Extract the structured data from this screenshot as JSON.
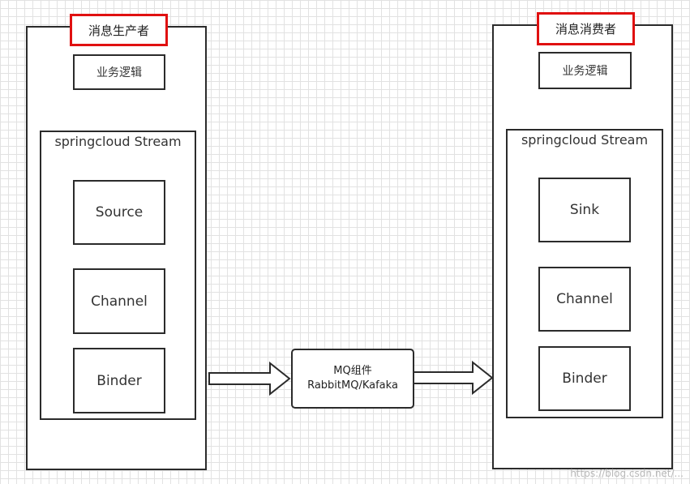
{
  "producer": {
    "title": "消息生产者",
    "business": "业务逻辑",
    "stream_title": "springcloud Stream",
    "source": "Source",
    "channel": "Channel",
    "binder": "Binder"
  },
  "consumer": {
    "title": "消息消费者",
    "business": "业务逻辑",
    "stream_title": "springcloud Stream",
    "sink": "Sink",
    "channel": "Channel",
    "binder": "Binder"
  },
  "mq": {
    "line1": "MQ组件",
    "line2": "RabbitMQ/Kafaka"
  },
  "colors": {
    "highlight": "#e01010",
    "line": "#2b2b2b"
  }
}
